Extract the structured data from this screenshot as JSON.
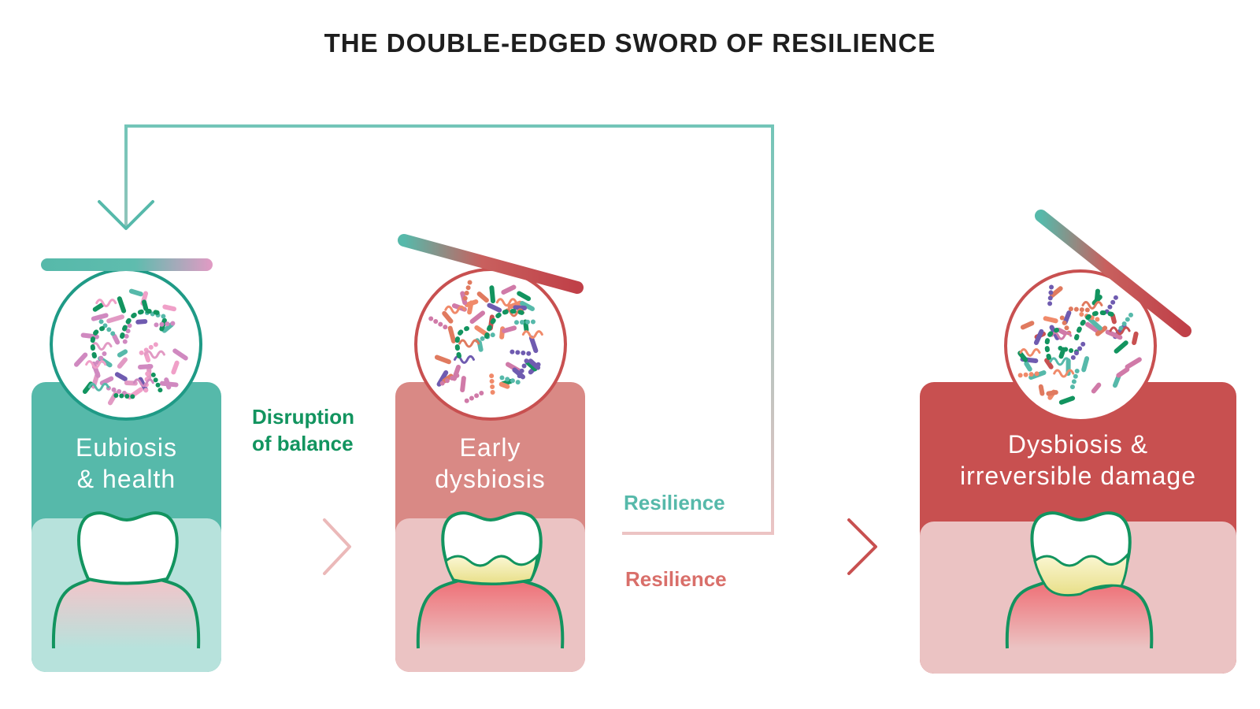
{
  "title": "THE DOUBLE-EDGED SWORD OF RESILIENCE",
  "stages": [
    {
      "label_line1": "Eubiosis",
      "label_line2": "& health"
    },
    {
      "label_line1": "Early",
      "label_line2": "dysbiosis"
    },
    {
      "label_line1": "Dysbiosis &",
      "label_line2": "irreversible damage"
    }
  ],
  "annotations": {
    "disruption_line1": "Disruption",
    "disruption_line2": "of balance",
    "resilience_positive": "Resilience",
    "resilience_negative": "Resilience"
  },
  "colors": {
    "teal": "#56b9aa",
    "teal_light": "#b7e2dc",
    "rose": "#d98985",
    "rose_light": "#ebc3c3",
    "red": "#c85050",
    "green": "#12945f",
    "tartar": "#f0e6a0",
    "pink": "#e29ac4"
  }
}
